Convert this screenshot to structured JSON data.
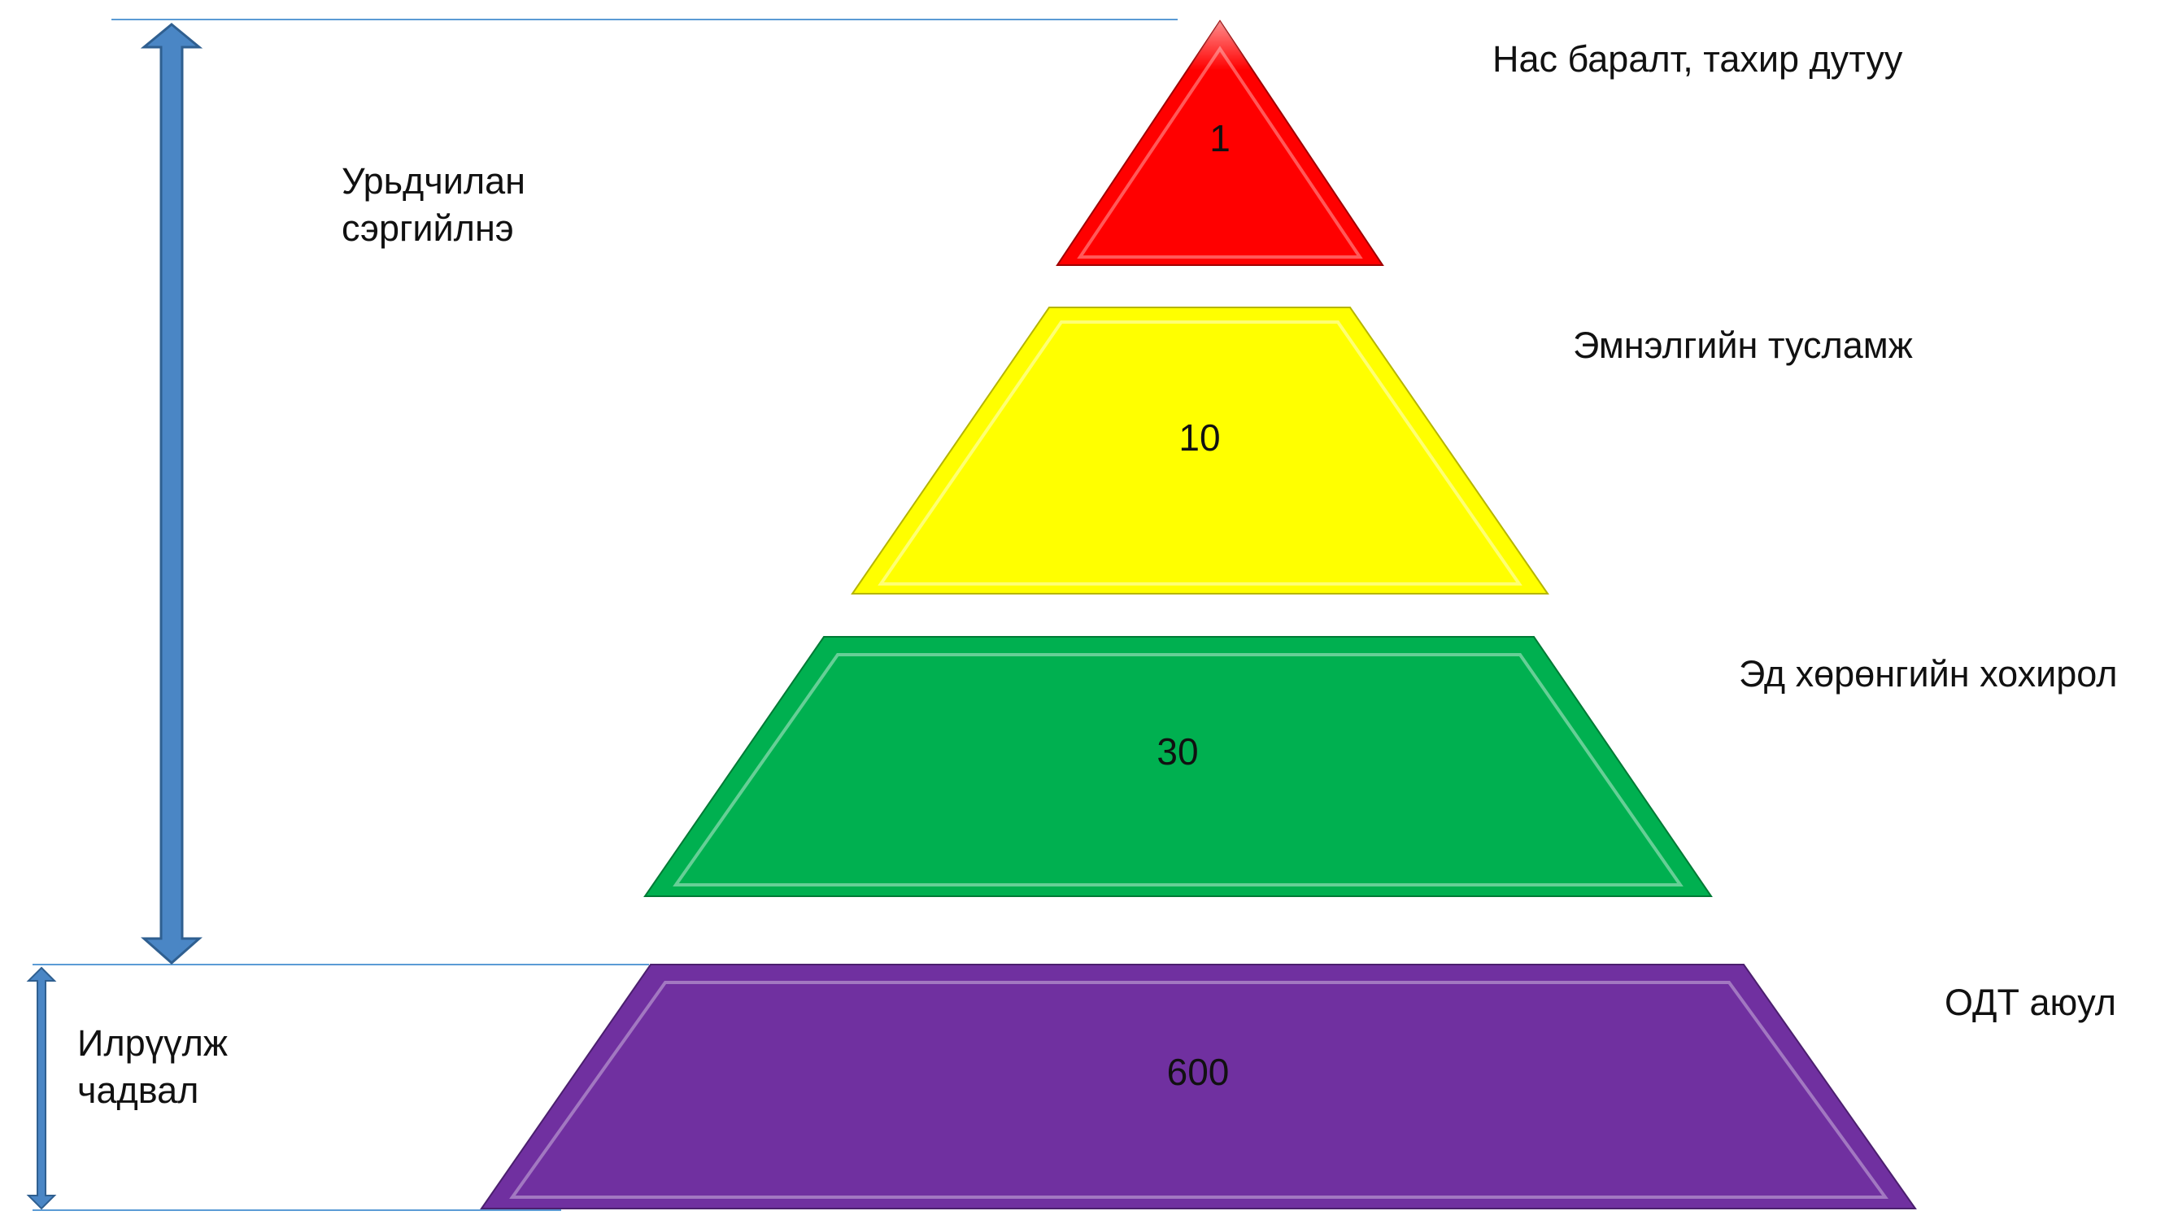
{
  "pyramid": {
    "tiers": [
      {
        "value": "1",
        "label": "Нас баралт, тахир дутуу",
        "color": "#ff0000"
      },
      {
        "value": "10",
        "label": "Эмнэлгийн тусламж",
        "color": "#ffff00"
      },
      {
        "value": "30",
        "label": "Эд хөрөнгийн хохирол",
        "color": "#00b050"
      },
      {
        "value": "600",
        "label": "ОДТ аюул",
        "color": "#7030a0"
      }
    ]
  },
  "left_annotations": {
    "prevent": {
      "line1": "Урьдчилан",
      "line2": "сэргийлнэ"
    },
    "detect": {
      "line1": "Илрүүлж",
      "line2": "чадвал"
    }
  },
  "colors": {
    "arrow": "#4a86c5",
    "guide_line": "#5b9bd5"
  }
}
